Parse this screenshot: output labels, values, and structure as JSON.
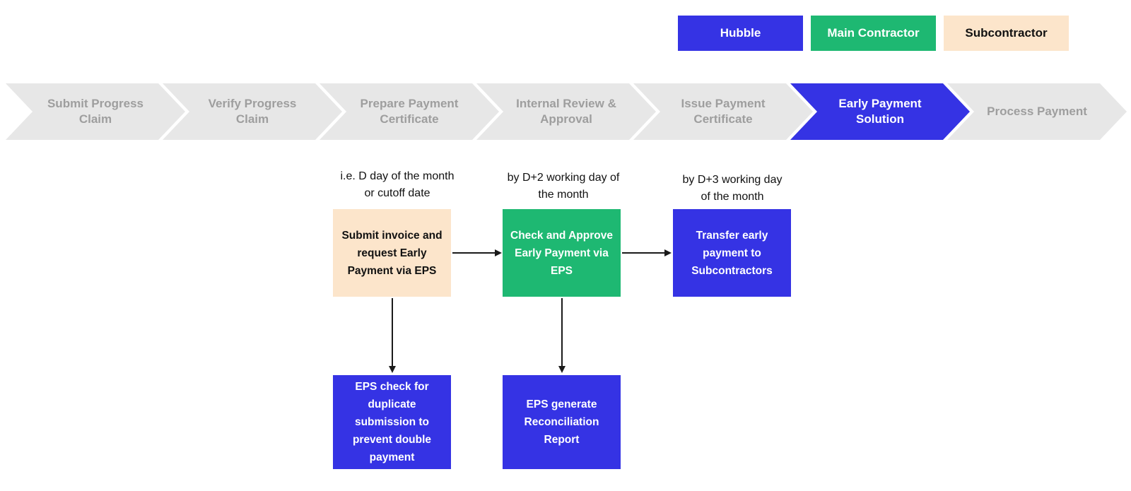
{
  "legend": {
    "items": [
      {
        "label": "Hubble",
        "color": "#3533e4",
        "text_color": "#ffffff"
      },
      {
        "label": "Main Contractor",
        "color": "#1eb872",
        "text_color": "#ffffff"
      },
      {
        "label": "Subcontractor",
        "color": "#fce5cb",
        "text_color": "#111111"
      }
    ]
  },
  "process_steps": [
    {
      "label": "Submit Progress Claim",
      "active": false
    },
    {
      "label": "Verify Progress Claim",
      "active": false
    },
    {
      "label": "Prepare Payment Certificate",
      "active": false
    },
    {
      "label": "Internal Review & Approval",
      "active": false
    },
    {
      "label": "Issue Payment Certificate",
      "active": false
    },
    {
      "label": "Early Payment Solution",
      "active": true
    },
    {
      "label": "Process Payment",
      "active": false
    }
  ],
  "flow": {
    "annotations": [
      {
        "line1": "i.e. D day of the month",
        "line2": "or cutoff date"
      },
      {
        "line1": "by D+2 working day of",
        "line2": "the month"
      },
      {
        "line1": "by D+3 working day",
        "line2": "of the month"
      }
    ],
    "boxes": [
      {
        "label": "Submit invoice and request Early Payment via EPS",
        "actor": "Subcontractor",
        "color": "#fce5cb"
      },
      {
        "label": "Check and Approve Early Payment via EPS",
        "actor": "Main Contractor",
        "color": "#1eb872"
      },
      {
        "label": "Transfer early payment to Subcontractors",
        "actor": "Hubble",
        "color": "#3533e4"
      }
    ],
    "sub_boxes": [
      {
        "label": "EPS check for duplicate submission to prevent double payment",
        "actor": "Hubble",
        "color": "#3533e4"
      },
      {
        "label": "EPS generate Reconciliation Report",
        "actor": "Hubble",
        "color": "#3533e4"
      }
    ]
  },
  "colors": {
    "hubble_blue": "#3533e4",
    "main_contractor_green": "#1eb872",
    "subcontractor_peach": "#fce5cb",
    "inactive_step_fill": "#e7e7e7",
    "inactive_step_text": "#9e9e9e",
    "arrow_black": "#1a1a1a",
    "background": "#ffffff"
  }
}
